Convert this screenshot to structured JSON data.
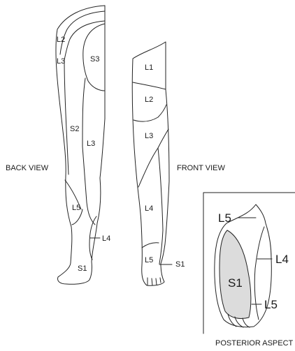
{
  "captions": {
    "back": "BACK VIEW",
    "front": "FRONT VIEW",
    "posterior": "POSTERIOR ASPECT"
  },
  "back_labels": {
    "l2": "L2",
    "l3_upper": "L3",
    "s3": "S3",
    "s2": "S2",
    "l3_lower": "L3",
    "l5": "L5",
    "l4": "L4",
    "s1": "S1"
  },
  "front_labels": {
    "l1": "L1",
    "l2": "L2",
    "l3": "L3",
    "l4": "L4",
    "l5": "L5",
    "s1": "S1"
  },
  "foot_labels": {
    "l5_top": "L5",
    "l4": "L4",
    "s1": "S1",
    "l5_bottom": "L5"
  },
  "colors": {
    "line": "#222222",
    "s1_shade": "#dcdcdc",
    "background": "#ffffff"
  }
}
